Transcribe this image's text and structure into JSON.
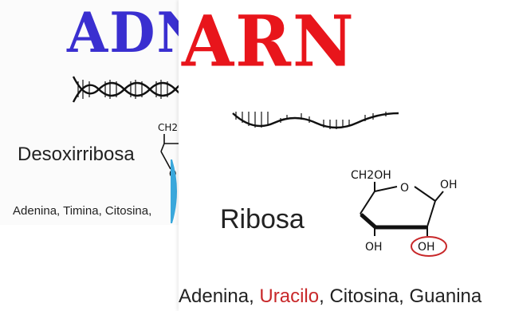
{
  "adn": {
    "title": "ADN",
    "title_color": "#3a2fd0",
    "sugar_name": "Desoxirribosa",
    "bases_text": "Adenina, Timina, Citosina,",
    "struct_label_top": "CH2",
    "struct_label_bottom": "O"
  },
  "arn": {
    "title": "ARN",
    "title_color": "#e8151b",
    "sugar_name": "Ribosa",
    "bases": [
      "Adenina, ",
      "Uracilo",
      ", Citosina, Guanina"
    ],
    "highlight_color": "#c8282a",
    "struct_labels": {
      "ch2oh": "CH2OH",
      "ring_o": "O",
      "oh_right": "OH",
      "oh_left": "OH",
      "oh_circled": "OH"
    }
  },
  "decor": {
    "arc_color": "#3aa8dc",
    "helix_color": "#111111"
  }
}
